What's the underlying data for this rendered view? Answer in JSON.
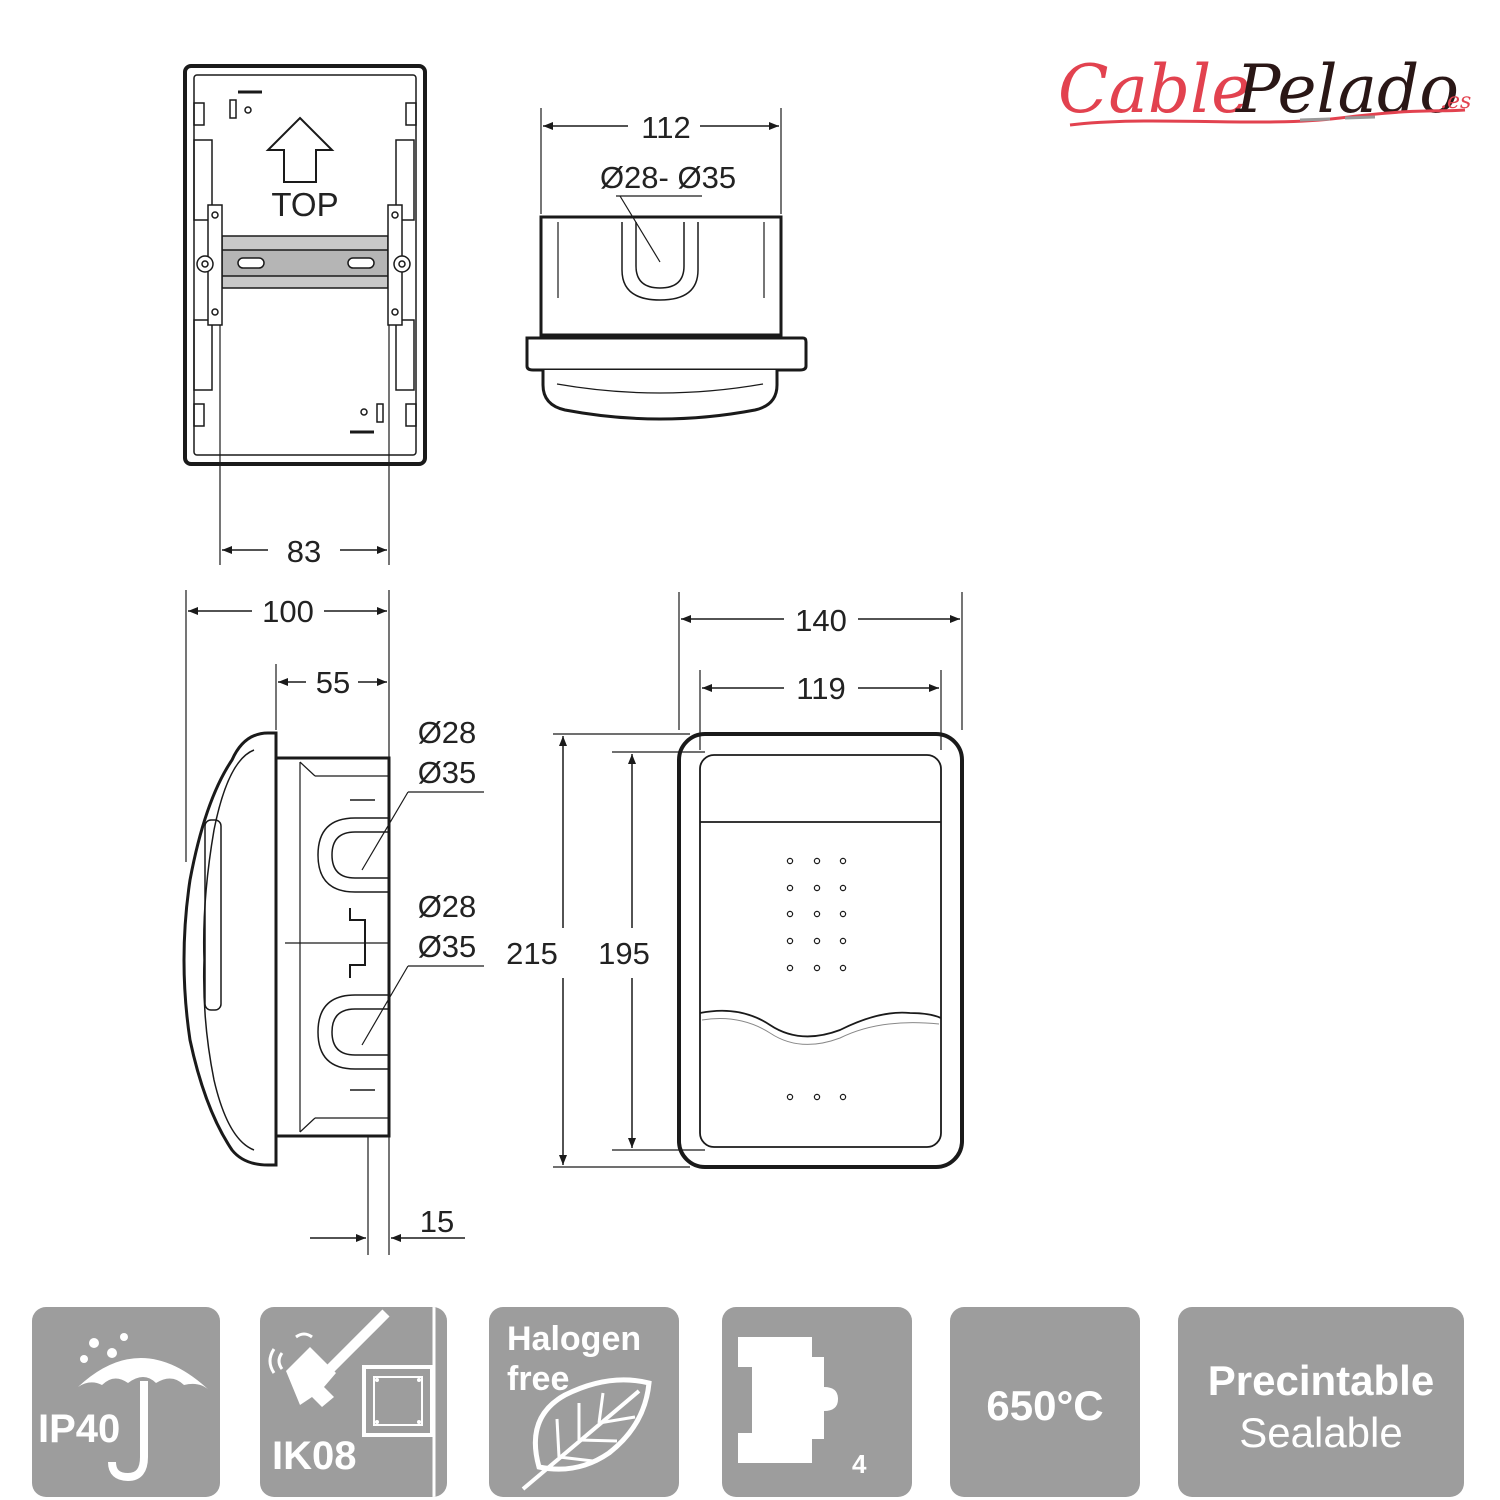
{
  "brand": {
    "name_part1": "Cable",
    "name_part2": "Pelado",
    "tld": ".es",
    "colors": {
      "primary": "#e2424f",
      "secondary": "#2a1716"
    }
  },
  "top_view": {
    "label": "TOP",
    "width_label": "83"
  },
  "side_top_view": {
    "width_label": "112",
    "knockout_label": "Ø28- Ø35"
  },
  "side_view": {
    "depth_label": "100",
    "inner_depth_label": "55",
    "knockout_upper": [
      "Ø28",
      "Ø35"
    ],
    "knockout_lower": [
      "Ø28",
      "Ø35"
    ],
    "recess_label": "15"
  },
  "front_view": {
    "outer_width_label": "140",
    "inner_width_label": "119",
    "outer_height_label": "215",
    "inner_height_label": "195"
  },
  "features": {
    "ip": {
      "label": "IP40",
      "icon": "umbrella-icon"
    },
    "ik": {
      "label": "IK08",
      "icon": "hammer-impact-icon"
    },
    "halogen": {
      "line1": "Halogen",
      "line2": "free",
      "icon": "leaf-icon"
    },
    "modules": {
      "count": "4",
      "icon": "din-module-icon"
    },
    "temperature": {
      "label": "650°C"
    },
    "sealable": {
      "line1": "Precintable",
      "line2": "Sealable"
    }
  },
  "colors": {
    "badge_bg": "#9d9d9d",
    "line": "#1a1a1a",
    "fill": "#f3f3f3"
  }
}
